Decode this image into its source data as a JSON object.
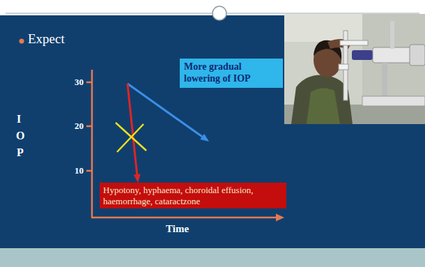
{
  "diagram": {
    "nodes": [
      {
        "text": [
          "More gradual lowering of IOP"
        ]
      },
      {
        "text": [
          "Hypotony, hyphaema, choroidal effusion, haemorrhage, cataractzone"
        ]
      }
    ],
    "labels": [
      "Expect",
      "30",
      "20",
      "10",
      "I",
      "O",
      "P",
      "Time"
    ]
  }
}
